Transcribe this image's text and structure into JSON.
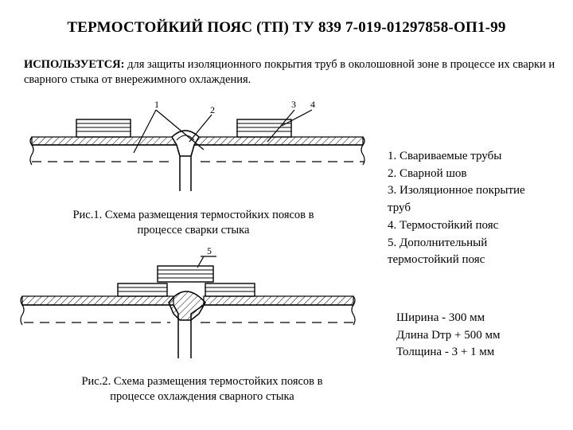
{
  "title": "ТЕРМОСТОЙКИЙ ПОЯС (ТП) ТУ 839 7-019-01297858-ОП1-99",
  "usage": {
    "label": "ИСПОЛЬЗУЕТСЯ:",
    "text": " для защиты изоляционного покрытия труб в околошовной зоне в процессе их сварки и сварного стыка от внережимного охлаждения."
  },
  "figure1": {
    "caption_line1": "Рис.1. Схема размещения термостойких поясов в",
    "caption_line2": "процессе сварки стыка",
    "callouts": [
      "1",
      "2",
      "3",
      "4"
    ]
  },
  "figure2": {
    "caption_line1": "Рис.2. Схема размещения термостойких поясов в",
    "caption_line2": "процессе охлаждения сварного стыка",
    "callouts": [
      "5"
    ]
  },
  "legend": [
    "1. Свариваемые трубы",
    "2. Сварной шов",
    "3. Изоляционное покрытие",
    "труб",
    "4. Термостойкий пояс",
    "5. Дополнительный",
    "термостойкий пояс"
  ],
  "specs": [
    "Ширина - 300 мм",
    "Длина Dтр + 500 мм",
    "Толщина - 3 + 1 мм"
  ]
}
